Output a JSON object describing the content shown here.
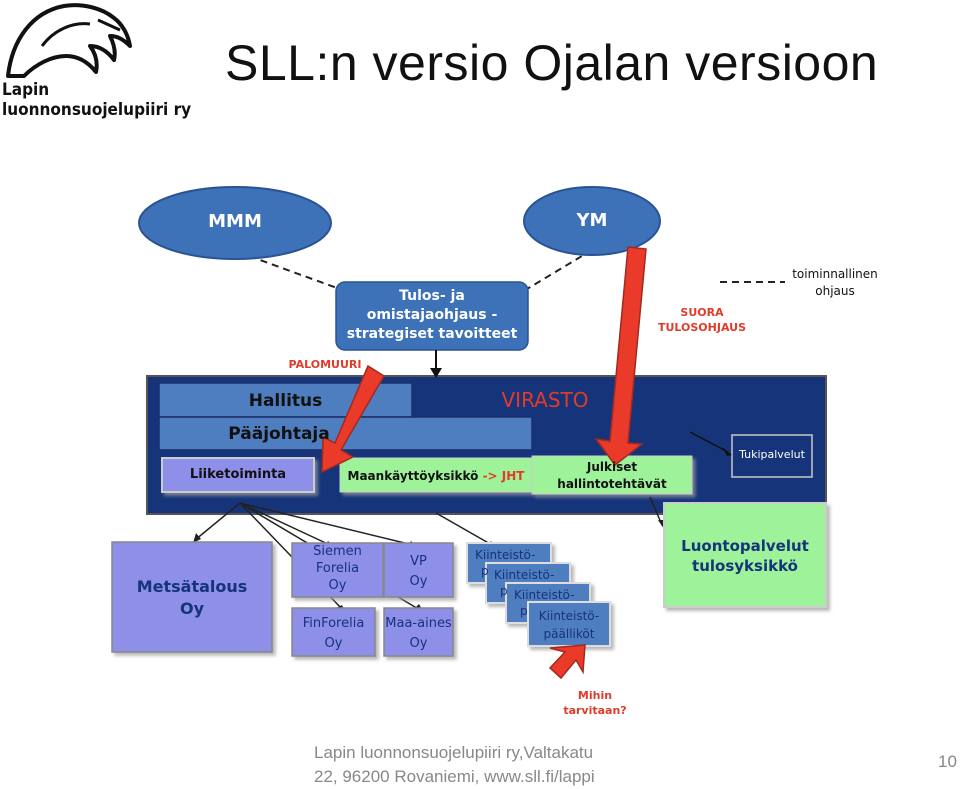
{
  "slide": {
    "title": "SLL:n versio Ojalan versioon",
    "page_number": "10"
  },
  "logo": {
    "line1": "Lapin",
    "line2": "luonnonsuojelupiiri ry"
  },
  "footer": {
    "line1": "Lapin luonnonsuojelupiiri ry,Valtakatu",
    "line2": "22, 96200 Rovaniemi, www.sll.fi/lappi"
  },
  "diagram": {
    "mmm": "MMM",
    "ym": "YM",
    "tulos_box": [
      "Tulos- ja",
      "omistajaohjaus -",
      "strategiset tavoitteet"
    ],
    "legend_dashed": [
      "toiminnallinen",
      "ohjaus"
    ],
    "suora": [
      "SUORA",
      "TULOSOHJAUS"
    ],
    "palomuuri": "PALOMUURI",
    "virasto": "VIRASTO",
    "hallitus": "Hallitus",
    "paajohtaja": "Pääjohtaja",
    "liiketoiminta": "Liiketoiminta",
    "maankaytto": "Maankäyttöyksikkö",
    "jht": "-> JHT",
    "julkiset": [
      "Julkiset",
      "hallintotehtävät"
    ],
    "tukipalvelut": "Tukipalvelut",
    "luontopalvelut": [
      "Luontopalvelut",
      "tulosyksikkö"
    ],
    "metsatalous": [
      "Metsätalous",
      "Oy"
    ],
    "siemen": [
      "Siemen",
      "Forelia",
      "Oy"
    ],
    "vp": [
      "VP",
      "Oy"
    ],
    "finforelia": [
      "FinForelia",
      "Oy"
    ],
    "maa_aines": [
      "Maa-aines",
      "Oy"
    ],
    "kiinteisto_partial": [
      "Kiinteistö-",
      "p"
    ],
    "kiinteisto_last": [
      "Kiinteistö-",
      "päälliköt"
    ],
    "mihin": [
      "Mihin",
      "tarvitaan?"
    ]
  },
  "colors": {
    "ellipse": "#3d72b8",
    "boxBlue": "#4f7ec0",
    "navy": "#15347a",
    "lightPurple": "#8d8fe8",
    "green": "#9df29a",
    "arrowRed": "#ea3a2a",
    "textRed": "#e23b2a"
  }
}
